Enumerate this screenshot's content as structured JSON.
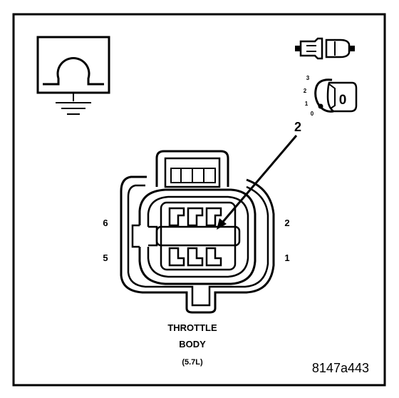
{
  "diagram": {
    "pins": {
      "left_top": "6",
      "left_bottom": "5",
      "right_top": "2",
      "right_bottom": "1",
      "callout": "2"
    },
    "ignition_positions": [
      "3",
      "2",
      "1",
      "0"
    ],
    "key_position": "0",
    "caption": {
      "line1": "THROTTLE",
      "line2": "BODY",
      "line3": "(5.7L)"
    },
    "figure_id": "8147a443"
  },
  "icons": {
    "ohm_meter": "ohmmeter-ground-icon",
    "connector_disconnect": "connector-disconnected-icon",
    "ignition_key": "ignition-key-off-icon"
  }
}
